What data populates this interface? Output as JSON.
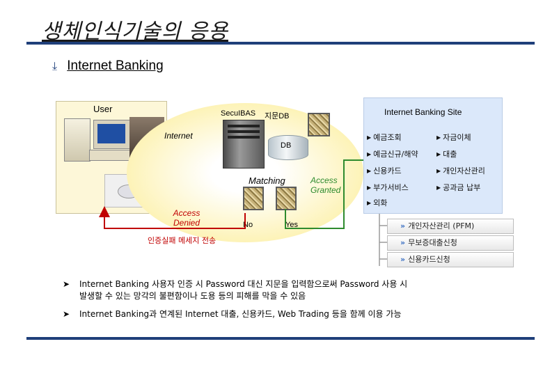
{
  "title": "생체인식기술의 응용",
  "subtitle": "Internet Banking",
  "icons": {
    "subtitle": "arrow-down-icon",
    "bullet": "arrow-right-icon"
  },
  "colors": {
    "rule": "#1f3f7a",
    "accent_red": "#c00000",
    "accent_green": "#2e8b2e",
    "site_bg": "#dbe8fa"
  },
  "diagram": {
    "user": "User",
    "internet": "Internet",
    "server": "SecuIBAS",
    "fingerprint_db": "지문DB",
    "db": "DB",
    "matching": "Matching",
    "access_granted": "Access Granted",
    "access_denied": "Access Denied",
    "no": "No",
    "yes": "Yes",
    "fail_message": "인증실패 메세지 전송"
  },
  "site": {
    "title": "Internet Banking Site",
    "menu": [
      "예금조회",
      "자금이체",
      "예금신규/해약",
      "대출",
      "신용카드",
      "개인자산관리",
      "부가서비스",
      "공과금 납부",
      "외화"
    ],
    "buttons": [
      "개인자산관리 (PFM)",
      "무보증대출신청",
      "신용카드신청"
    ]
  },
  "bullets": [
    "Internet Banking 사용자 인증 시 Password 대신 지문을 입력함으로써 Password 사용 시\n발생할 수 있는 망각의 불편함이나 도용 등의 피해를 막을 수 있음",
    "Internet Banking과 연계된 Internet 대출, 신용카드, Web Trading 등을 함께 이용 가능"
  ]
}
